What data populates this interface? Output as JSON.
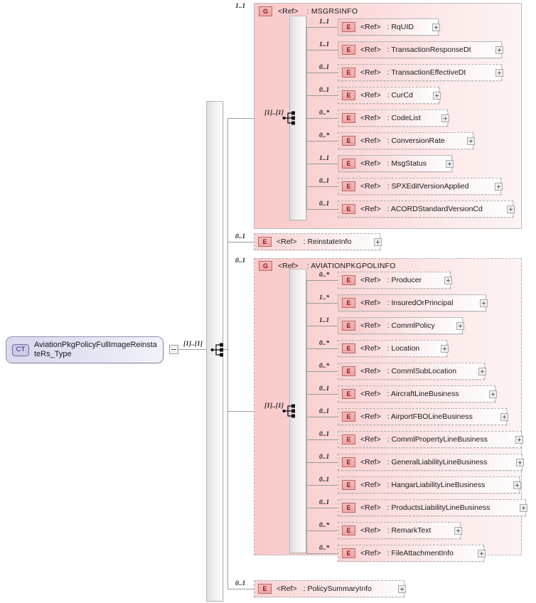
{
  "diagram": {
    "title": "AviationPkgPolicyFullImageReinstateRs_Type",
    "root": {
      "kind_badge": "CT",
      "label": "AviationPkgPolicyFullImageReinstateRs_Type",
      "cardinality": "[1]..[1]"
    },
    "root_sequence_cardinality": "[1]..[1]",
    "ref_label": ": ",
    "ref_text": "<Ref>",
    "colors": {
      "element_fill_left": "#f7c9c9",
      "element_fill_right": "#ffffff",
      "group_fill": "#fac9c9",
      "badge_fill": "#f3a4a4",
      "badge_border": "#b26b6b",
      "ct_fill": "#d9d9ef",
      "ct_border": "#8f8fb0",
      "line": "#9b9b9b",
      "seq_bar": "#ebebeb"
    },
    "children": [
      {
        "type": "group",
        "badge": "G",
        "ref": "<Ref>",
        "name": ": MSGRSINFO",
        "cardinality": "1..1",
        "required": true,
        "inner_cardinality": "[1]..[1]",
        "items": [
          {
            "badge": "E",
            "ref": "<Ref>",
            "name": ": RqUID",
            "cardinality": "1..1",
            "required": true
          },
          {
            "badge": "E",
            "ref": "<Ref>",
            "name": ": TransactionResponseDt",
            "cardinality": "1..1",
            "required": true
          },
          {
            "badge": "E",
            "ref": "<Ref>",
            "name": ": TransactionEffectiveDt",
            "cardinality": "0..1",
            "required": false
          },
          {
            "badge": "E",
            "ref": "<Ref>",
            "name": ": CurCd",
            "cardinality": "0..1",
            "required": false
          },
          {
            "badge": "E",
            "ref": "<Ref>",
            "name": ": CodeList",
            "cardinality": "0..*",
            "required": false
          },
          {
            "badge": "E",
            "ref": "<Ref>",
            "name": ": ConversionRate",
            "cardinality": "0..*",
            "required": false
          },
          {
            "badge": "E",
            "ref": "<Ref>",
            "name": ": MsgStatus",
            "cardinality": "1..1",
            "required": true
          },
          {
            "badge": "E",
            "ref": "<Ref>",
            "name": ": SPXEditVersionApplied",
            "cardinality": "0..1",
            "required": false
          },
          {
            "badge": "E",
            "ref": "<Ref>",
            "name": ": ACORDStandardVersionCd",
            "cardinality": "0..1",
            "required": false
          }
        ]
      },
      {
        "type": "element",
        "badge": "E",
        "ref": "<Ref>",
        "name": ": ReinstateInfo",
        "cardinality": "0..1",
        "required": false
      },
      {
        "type": "group",
        "badge": "G",
        "ref": "<Ref>",
        "name": ": AVIATIONPKGPOLINFO",
        "cardinality": "0..1",
        "required": false,
        "inner_cardinality": "[1]..[1]",
        "items": [
          {
            "badge": "E",
            "ref": "<Ref>",
            "name": ": Producer",
            "cardinality": "0..*",
            "required": false
          },
          {
            "badge": "E",
            "ref": "<Ref>",
            "name": ": InsuredOrPrincipal",
            "cardinality": "1..*",
            "required": true
          },
          {
            "badge": "E",
            "ref": "<Ref>",
            "name": ": CommlPolicy",
            "cardinality": "1..1",
            "required": true
          },
          {
            "badge": "E",
            "ref": "<Ref>",
            "name": ": Location",
            "cardinality": "0..*",
            "required": false
          },
          {
            "badge": "E",
            "ref": "<Ref>",
            "name": ": CommlSubLocation",
            "cardinality": "0..*",
            "required": false
          },
          {
            "badge": "E",
            "ref": "<Ref>",
            "name": ": AircraftLineBusiness",
            "cardinality": "0..1",
            "required": false
          },
          {
            "badge": "E",
            "ref": "<Ref>",
            "name": ": AirportFBOLineBusiness",
            "cardinality": "0..1",
            "required": false
          },
          {
            "badge": "E",
            "ref": "<Ref>",
            "name": ": CommlPropertyLineBusiness",
            "cardinality": "0..1",
            "required": false
          },
          {
            "badge": "E",
            "ref": "<Ref>",
            "name": ": GeneralLiabilityLineBusiness",
            "cardinality": "0..1",
            "required": false
          },
          {
            "badge": "E",
            "ref": "<Ref>",
            "name": ": HangarLiabilityLineBusiness",
            "cardinality": "0..1",
            "required": false
          },
          {
            "badge": "E",
            "ref": "<Ref>",
            "name": ": ProductsLiabilityLineBusiness",
            "cardinality": "0..1",
            "required": false
          },
          {
            "badge": "E",
            "ref": "<Ref>",
            "name": ": RemarkText",
            "cardinality": "0..*",
            "required": false
          },
          {
            "badge": "E",
            "ref": "<Ref>",
            "name": ": FileAttachmentInfo",
            "cardinality": "0..*",
            "required": false
          }
        ]
      },
      {
        "type": "element",
        "badge": "E",
        "ref": "<Ref>",
        "name": ": PolicySummaryInfo",
        "cardinality": "0..1",
        "required": false
      }
    ]
  }
}
